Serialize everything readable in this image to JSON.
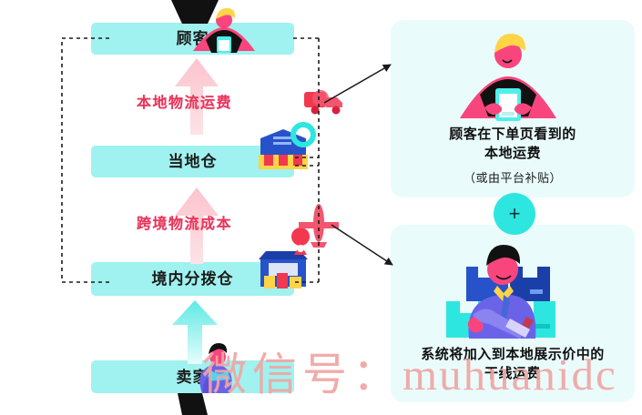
{
  "flow": {
    "nodes": [
      {
        "id": "customer",
        "label": "顾客",
        "icon": "customer-illustration"
      },
      {
        "id": "local-wh",
        "label": "当地仓",
        "icon": "warehouse-icon"
      },
      {
        "id": "domestic-wh",
        "label": "境内分拨仓",
        "icon": "distribution-warehouse-icon"
      },
      {
        "id": "seller",
        "label": "卖家",
        "icon": "seller-illustration"
      }
    ],
    "cost_labels": [
      {
        "id": "local-logistics",
        "text": "本地物流运费",
        "color": "#e8345a"
      },
      {
        "id": "cross-border-cost",
        "text": "跨境物流成本",
        "color": "#e8345a"
      }
    ],
    "transport_icons": [
      {
        "id": "truck",
        "name": "truck-icon",
        "color": "#f2384f"
      },
      {
        "id": "airplane",
        "name": "airplane-icon",
        "color": "#f2566e"
      }
    ]
  },
  "panels": [
    {
      "id": "local-shipping-fee",
      "title_line1": "顾客在下单页看到的",
      "title_line2": "本地运费",
      "subtitle": "（或由平台补贴）",
      "illustration": "person-holding-phone-illustration"
    },
    {
      "id": "trunk-line-fee",
      "title_line1": "系统将加入到本地展示价中的",
      "title_line2": "干线运费",
      "subtitle": "",
      "illustration": "person-with-boxes-illustration"
    }
  ],
  "connector": {
    "plus_symbol": "+"
  },
  "watermark": {
    "prefix": "微信号：",
    "id": "muhuanidc"
  },
  "colors": {
    "box_fill": "#9ff2ef",
    "panel_fill": "#e9fcfb",
    "cost_text": "#e8345a",
    "plus_circle": "#2ee6e0",
    "truck": "#f2384f",
    "watermark": "#f0a6a4"
  }
}
